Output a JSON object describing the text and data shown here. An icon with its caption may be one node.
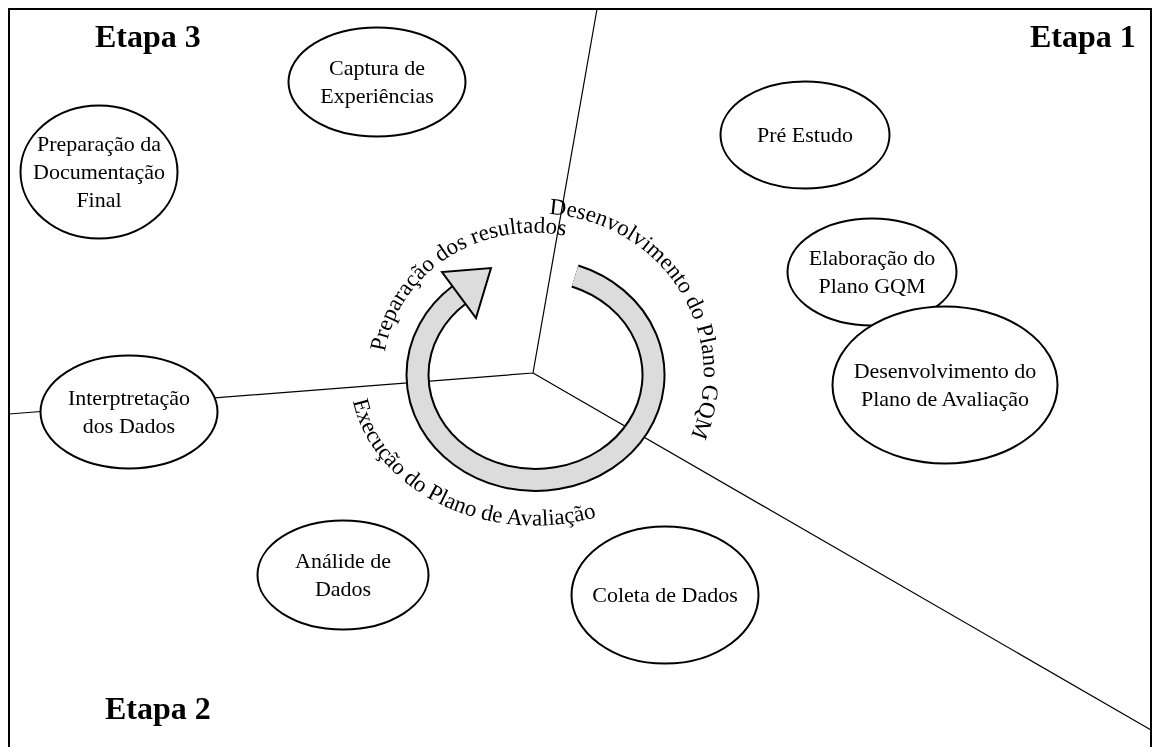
{
  "diagram": {
    "nodes": [
      {
        "text": [
          "Captura de Experiências"
        ]
      },
      {
        "text": [
          "Pré Estudo"
        ]
      },
      {
        "text": [
          "Preparação da Documentação Final"
        ]
      },
      {
        "text": [
          "Elaboração do Plano GQM"
        ]
      },
      {
        "text": [
          "Desenvolvimento do Plano de Avaliação"
        ]
      },
      {
        "text": [
          "Interptretação dos Dados"
        ]
      },
      {
        "text": [
          "Análide de Dados"
        ]
      },
      {
        "text": [
          "Coleta de Dados"
        ]
      }
    ],
    "labels": [
      "Etapa 3",
      "Etapa 1",
      "Preparação dos resultados",
      "Desenvolvimento do Plano GQM",
      "Execução do Plano de Avaliação",
      "Etapa 2"
    ]
  }
}
